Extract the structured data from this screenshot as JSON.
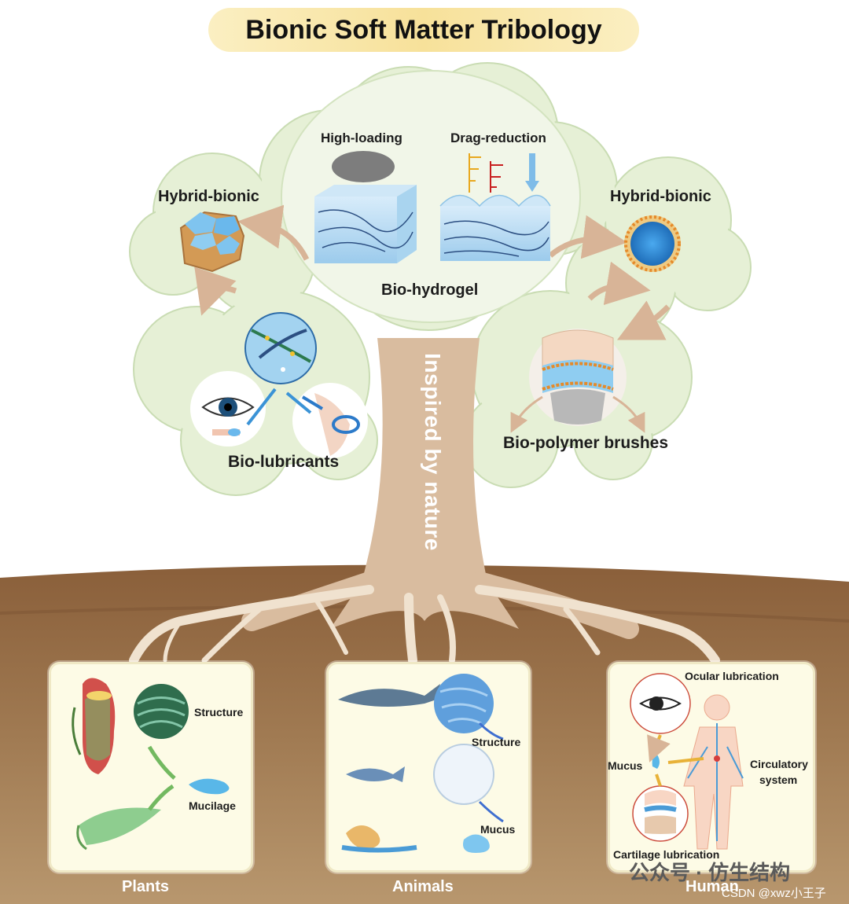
{
  "title": "Bionic Soft Matter Tribology",
  "trunk_text": "Inspired by nature",
  "canopy": {
    "high_loading": "High-loading",
    "drag_reduction": "Drag-reduction",
    "bio_hydrogel": "Bio-hydrogel",
    "hybrid_bionic_left": "Hybrid-bionic",
    "hybrid_bionic_right": "Hybrid-bionic",
    "bio_lubricants": "Bio-lubricants",
    "bio_polymer_brushes": "Bio-polymer brushes"
  },
  "panels": {
    "plants": {
      "title": "Plants",
      "structure": "Structure",
      "mucilage": "Mucilage"
    },
    "animals": {
      "title": "Animals",
      "structure": "Structure",
      "mucus": "Mucus"
    },
    "human": {
      "title": "Human",
      "ocular": "Ocular lubrication",
      "mucus": "Mucus",
      "circulatory_line1": "Circulatory",
      "circulatory_line2": "system",
      "cartilage": "Cartilage lubrication"
    }
  },
  "watermark": {
    "main": "公众号 · 仿生结构",
    "sub": "CSDN @xwz小王子"
  },
  "colors": {
    "canopy": "#e6f0d6",
    "trunk": "#d9bc9f",
    "soil": "#8e6540",
    "title_pill": "#f7e19a",
    "arrow": "#d8b497"
  }
}
